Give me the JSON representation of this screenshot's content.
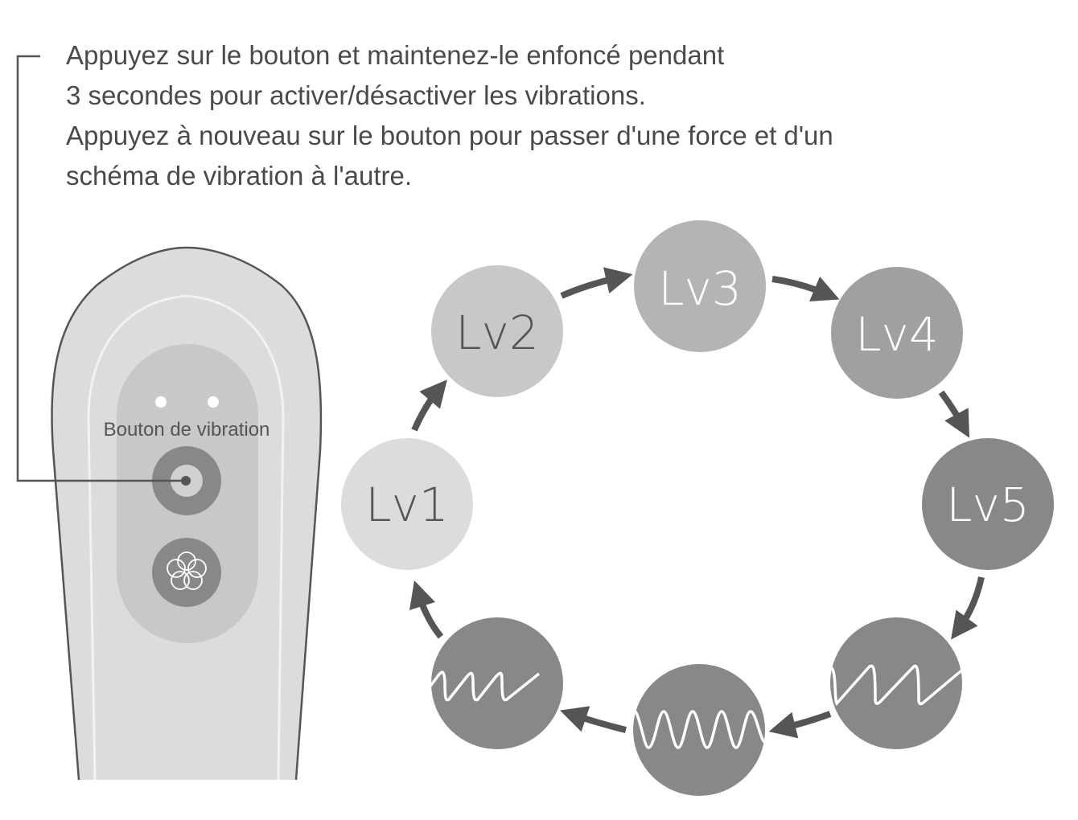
{
  "instructions": [
    "Appuyez sur le bouton et maintenez-le enfoncé pendant",
    "3 secondes pour activer/désactiver les vibrations.",
    "Appuyez à nouveau sur le bouton pour passer d'une force et d'un",
    "schéma de vibration à l'autre."
  ],
  "device": {
    "button_label": "Bouton de vibration"
  },
  "levels": [
    {
      "label": "Lv1",
      "color": "#dcdcdc",
      "text_color": "#555555"
    },
    {
      "label": "Lv2",
      "color": "#c8c8c8",
      "text_color": "#555555"
    },
    {
      "label": "Lv3",
      "color": "#b4b4b4",
      "text_color": "#ffffff"
    },
    {
      "label": "Lv4",
      "color": "#a0a0a0",
      "text_color": "#ffffff"
    },
    {
      "label": "Lv5",
      "color": "#888888",
      "text_color": "#ffffff"
    }
  ],
  "patterns": [
    "sawtooth",
    "sine",
    "reverse-sawtooth"
  ],
  "colors": {
    "arrow": "#555555",
    "pattern_fill": "#888888"
  }
}
